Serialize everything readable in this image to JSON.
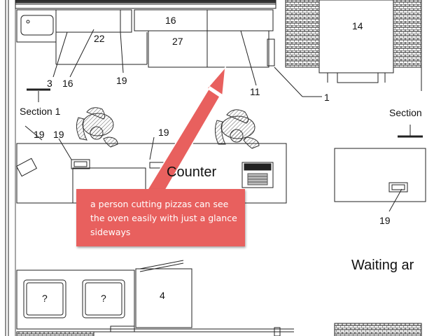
{
  "labels": {
    "n14": "14",
    "n16a": "16",
    "n27": "27",
    "n22": "22",
    "n3": "3",
    "n16b": "16",
    "n19a": "19",
    "n11": "11",
    "n1": "1",
    "n19b": "19",
    "n19c": "19",
    "n19d": "19",
    "n19e": "19",
    "n4": "4",
    "q1": "?",
    "q2": "?",
    "counter": "Counter",
    "waiting": "Waiting ar",
    "section_left": "Section 1",
    "section_right": "Section"
  },
  "callout": {
    "text": "a person cutting pizzas can see the oven easily with just a glance sideways",
    "color": "#e8605e"
  }
}
